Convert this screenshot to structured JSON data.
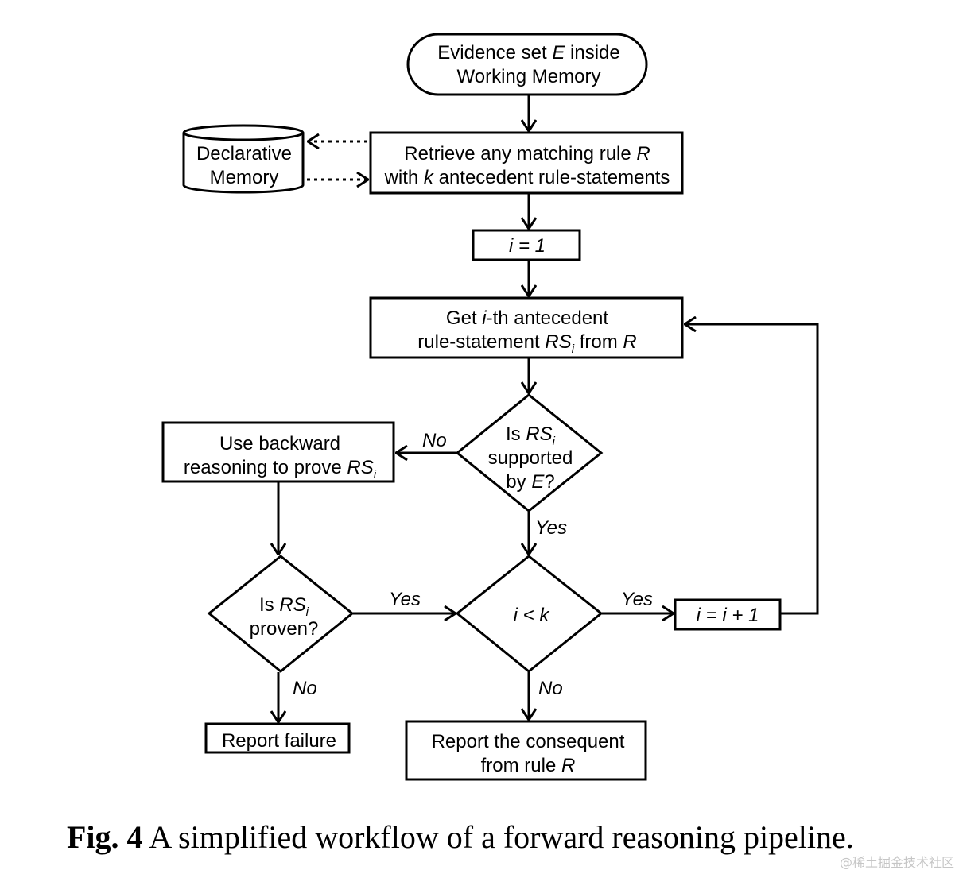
{
  "nodes": {
    "start": [
      "Evidence set ",
      {
        "i": "E"
      },
      " inside",
      "|",
      "Working Memory"
    ],
    "declarative_memory": [
      "Declarative",
      "|",
      "Memory"
    ],
    "retrieve_rule": [
      "Retrieve any matching rule ",
      {
        "i": "R"
      },
      "|",
      "with ",
      {
        "i": "k"
      },
      " antecedent rule-statements"
    ],
    "init_i": [
      {
        "i": "i"
      },
      {
        "i": " = 1"
      }
    ],
    "get_statement": [
      "Get ",
      {
        "i": "i"
      },
      "-th antecedent",
      "|",
      "rule-statement ",
      {
        "i": "RS"
      },
      {
        "sub": "i"
      },
      " from ",
      {
        "i": "R"
      }
    ],
    "is_supported": [
      "Is ",
      {
        "i": "RS"
      },
      {
        "sub": "i"
      },
      "|",
      "supported",
      "|",
      "by ",
      {
        "i": "E"
      },
      "?"
    ],
    "backward_reasoning": [
      "Use backward",
      "|",
      "reasoning to prove ",
      {
        "i": "RS"
      },
      {
        "sub": "i"
      }
    ],
    "is_proven": [
      "Is ",
      {
        "i": "RS"
      },
      {
        "sub": "i"
      },
      "|",
      "proven?"
    ],
    "i_less_k": [
      {
        "i": "i < k"
      }
    ],
    "increment_i": [
      {
        "i": "i = i + 1"
      }
    ],
    "report_failure": [
      "Report failure"
    ],
    "report_consequent": [
      "Report the consequent",
      "|",
      "from rule ",
      {
        "i": "R"
      }
    ]
  },
  "edge_labels": {
    "supported_no": "No",
    "supported_yes": "Yes",
    "proven_yes": "Yes",
    "proven_no": "No",
    "less_yes": "Yes",
    "less_no": "No"
  },
  "caption": {
    "label": "Fig. 4",
    "text": " A simplified workflow of a forward reasoning pipeline."
  },
  "watermark": "@稀土掘金技术社区"
}
